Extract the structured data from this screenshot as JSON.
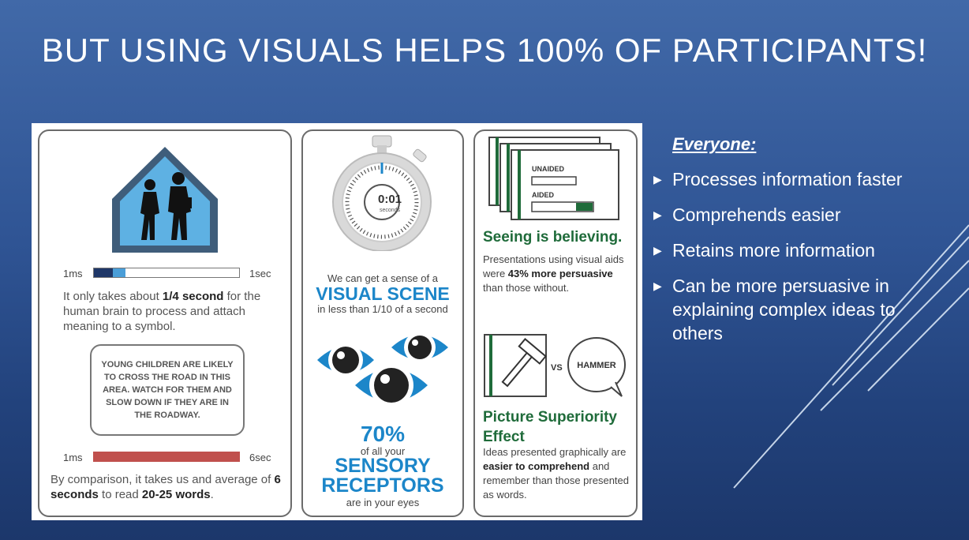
{
  "slide": {
    "title": "BUT USING VISUALS HELPS 100% OF PARTICIPANTS!",
    "everyone_label": "Everyone:",
    "bullets": [
      "Processes information faster",
      "Comprehends easier",
      "Retains more information",
      "Can be more persuasive in explaining complex ideas to others"
    ]
  },
  "panel1": {
    "scale_top_min": "1ms",
    "scale_top_max": "1sec",
    "text1_a": "It only takes about ",
    "text1_b": "1/4 second",
    "text1_c": " for the human brain to process and attach meaning to a symbol.",
    "sign_text": "YOUNG CHILDREN ARE LIKELY TO CROSS THE ROAD IN THIS AREA. WATCH FOR THEM AND SLOW DOWN IF THEY ARE IN THE ROADWAY.",
    "scale_bottom_min": "1ms",
    "scale_bottom_max": "6sec",
    "text2_a": "By comparison, it takes us and average of ",
    "text2_b": "6 seconds",
    "text2_c": " to read ",
    "text2_d": "20-25 words",
    "text2_e": "."
  },
  "panel2": {
    "timer_value": "0:01",
    "timer_unit": "seconds",
    "sense_line": "We can get a sense of a",
    "visual_scene": "VISUAL SCENE",
    "in_less": "in less than 1/10 of a second",
    "percent": "70%",
    "of_all": "of all your",
    "sensory": "SENSORY",
    "receptors": "RECEPTORS",
    "in_eyes": "are in your eyes"
  },
  "panel3": {
    "unaided": "UNAIDED",
    "aided": "AIDED",
    "seeing": "Seeing is believing.",
    "pres_a": "Presentations using visual aids were ",
    "pres_b": "43% more persuasive",
    "pres_c": " than those without.",
    "vs": "VS",
    "hammer": "HAMMER",
    "pse": "Picture Superiority Effect",
    "ideas_a": "Ideas presented graphically are ",
    "ideas_b": "easier to comprehend",
    "ideas_c": " and remember than those presented as words."
  },
  "colors": {
    "background": "#2f5494",
    "green": "#1f6b3a",
    "blue": "#1c86c9",
    "sign_blue": "#5eb1e3",
    "red_bar": "#c0504d",
    "navy_bar": "#1f3768"
  }
}
